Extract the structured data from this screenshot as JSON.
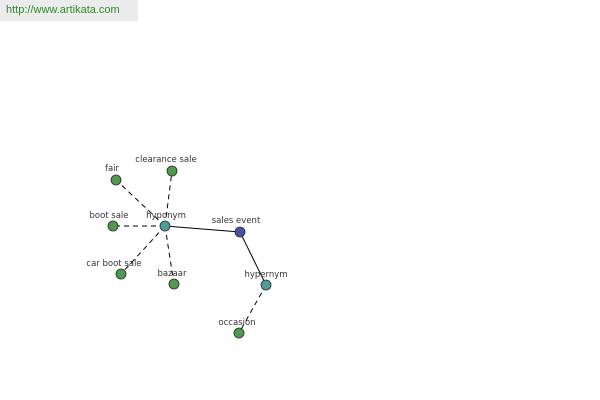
{
  "banner": {
    "url_text": "http://www.artikata.com"
  },
  "colors": {
    "word_node": "#4e9a4e",
    "center_node": "#4a52a3",
    "relation_node": "#4e9d9d",
    "edge": "#000000"
  },
  "graph": {
    "center": {
      "id": "sales-event",
      "label": "sales event",
      "kind": "center"
    },
    "relations": [
      {
        "id": "hyponym",
        "label": "hyponym",
        "kind": "relation",
        "members": [
          {
            "id": "fair",
            "label": "fair"
          },
          {
            "id": "clearance-sale",
            "label": "clearance sale"
          },
          {
            "id": "boot-sale",
            "label": "boot sale"
          },
          {
            "id": "car-boot-sale",
            "label": "car boot sale"
          },
          {
            "id": "bazaar",
            "label": "bazaar"
          }
        ]
      },
      {
        "id": "hypernym",
        "label": "hypernym",
        "kind": "relation",
        "members": [
          {
            "id": "occasion",
            "label": "occasion"
          }
        ]
      }
    ]
  }
}
